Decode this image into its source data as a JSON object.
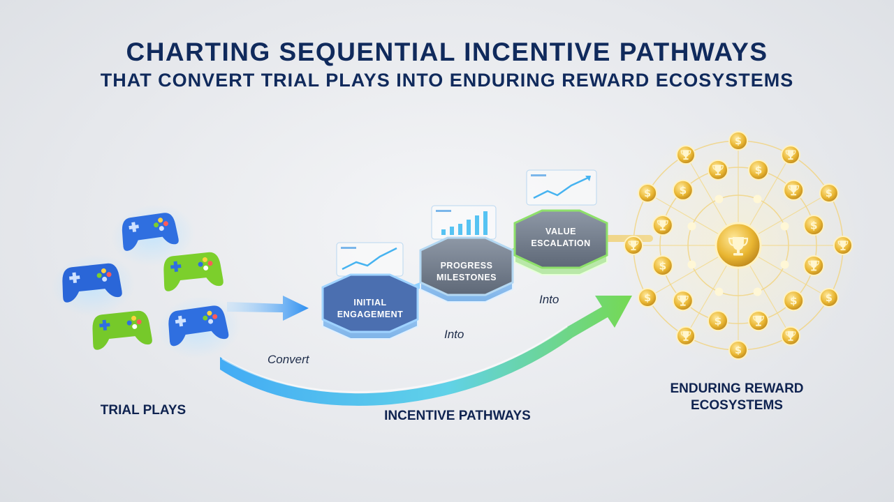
{
  "title": {
    "line1": "CHARTING SEQUENTIAL INCENTIVE PATHWAYS",
    "line2": "THAT CONVERT TRIAL PLAYS INTO ENDURING REWARD ECOSYSTEMS"
  },
  "labels": {
    "trial_plays": "TRIAL PLAYS",
    "incentive_pathways": "INCENTIVE PATHWAYS",
    "reward_line1": "ENDURING REWARD",
    "reward_line2": "ECOSYSTEMS"
  },
  "flow_words": {
    "convert": "Convert",
    "into_1": "Into",
    "into_2": "Into"
  },
  "steps": [
    {
      "line1": "INITIAL",
      "line2": "ENGAGEMENT"
    },
    {
      "line1": "PROGRESS",
      "line2": "MILESTONES"
    },
    {
      "line1": "VALUE",
      "line2": "ESCALATION"
    }
  ],
  "icons": {
    "controller": "gamepad-icon",
    "trophy": "trophy-icon",
    "coin": "dollar-coin-icon",
    "chart": "trend-chart-icon"
  },
  "colors": {
    "title": "#102a5c",
    "blue_controller": "#2f6fe0",
    "green_controller": "#7ccf2c",
    "gold": "#e9b632",
    "arrow_blue": "#3aa8f5",
    "arrow_green": "#6fd84a"
  }
}
